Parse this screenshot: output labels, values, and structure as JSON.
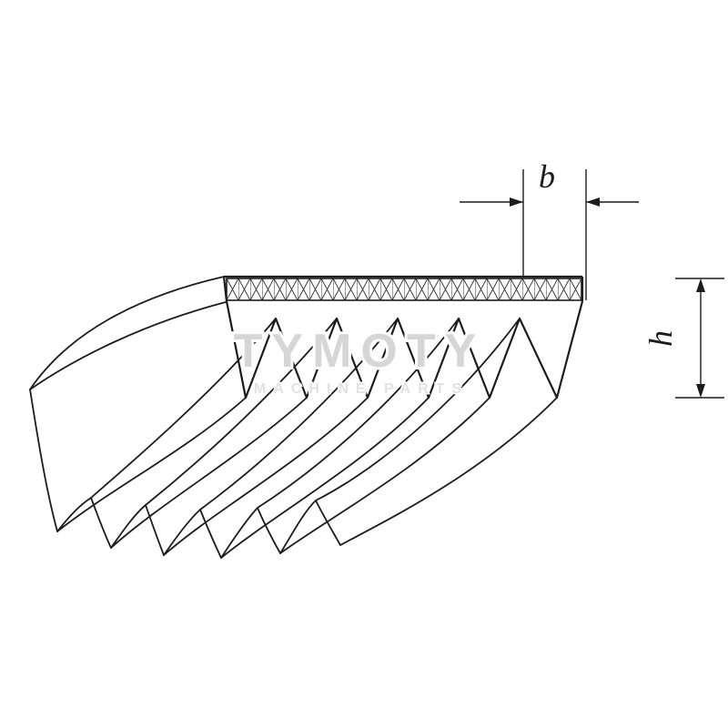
{
  "diagram": {
    "type": "technical-drawing",
    "subject": "poly-v ribbed belt profile with dimension callouts",
    "dimensions": {
      "width_label": "b",
      "height_label": "h"
    },
    "watermark": {
      "title": "TYMOTY",
      "subtitle": "MACHINE PARTS"
    },
    "colors": {
      "line": "#1c1c1c",
      "background": "#ffffff",
      "watermark": "#d6d6d6"
    }
  }
}
